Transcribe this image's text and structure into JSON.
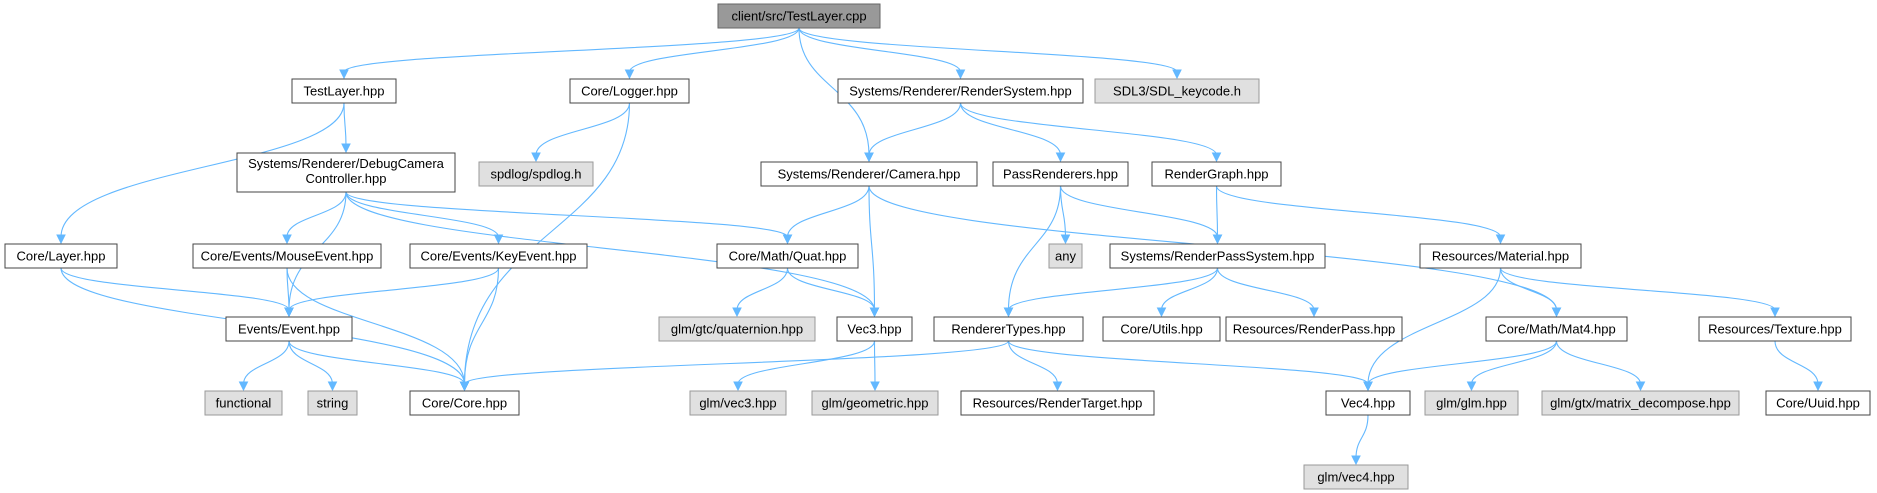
{
  "diagram": {
    "nodes": [
      {
        "id": "root",
        "label": "client/src/TestLayer.cpp",
        "kind": "root"
      },
      {
        "id": "testlayer_hpp",
        "label": "TestLayer.hpp",
        "kind": "normal"
      },
      {
        "id": "logger",
        "label": "Core/Logger.hpp",
        "kind": "normal"
      },
      {
        "id": "rendersystem",
        "label": "Systems/Renderer/RenderSystem.hpp",
        "kind": "normal"
      },
      {
        "id": "sdl_keycode",
        "label": "SDL3/SDL_keycode.h",
        "kind": "external"
      },
      {
        "id": "debugcam",
        "label": "Systems/Renderer/DebugCamera\nController.hpp",
        "kind": "normal"
      },
      {
        "id": "spdlog",
        "label": "spdlog/spdlog.h",
        "kind": "external"
      },
      {
        "id": "camera",
        "label": "Systems/Renderer/Camera.hpp",
        "kind": "normal"
      },
      {
        "id": "passrenderers",
        "label": "PassRenderers.hpp",
        "kind": "normal"
      },
      {
        "id": "rendergraph",
        "label": "RenderGraph.hpp",
        "kind": "normal"
      },
      {
        "id": "layer",
        "label": "Core/Layer.hpp",
        "kind": "normal"
      },
      {
        "id": "mouseevent",
        "label": "Core/Events/MouseEvent.hpp",
        "kind": "normal"
      },
      {
        "id": "keyevent",
        "label": "Core/Events/KeyEvent.hpp",
        "kind": "normal"
      },
      {
        "id": "quat",
        "label": "Core/Math/Quat.hpp",
        "kind": "normal"
      },
      {
        "id": "any",
        "label": "any",
        "kind": "external"
      },
      {
        "id": "renderpasssystem",
        "label": "Systems/RenderPassSystem.hpp",
        "kind": "normal"
      },
      {
        "id": "material",
        "label": "Resources/Material.hpp",
        "kind": "normal"
      },
      {
        "id": "event",
        "label": "Events/Event.hpp",
        "kind": "normal"
      },
      {
        "id": "glm_quat",
        "label": "glm/gtc/quaternion.hpp",
        "kind": "external"
      },
      {
        "id": "vec3",
        "label": "Vec3.hpp",
        "kind": "normal"
      },
      {
        "id": "renderertypes",
        "label": "RendererTypes.hpp",
        "kind": "normal"
      },
      {
        "id": "utils",
        "label": "Core/Utils.hpp",
        "kind": "normal"
      },
      {
        "id": "renderpass",
        "label": "Resources/RenderPass.hpp",
        "kind": "normal"
      },
      {
        "id": "mat4",
        "label": "Core/Math/Mat4.hpp",
        "kind": "normal"
      },
      {
        "id": "texture",
        "label": "Resources/Texture.hpp",
        "kind": "normal"
      },
      {
        "id": "functional",
        "label": "functional",
        "kind": "external"
      },
      {
        "id": "string",
        "label": "string",
        "kind": "external"
      },
      {
        "id": "core",
        "label": "Core/Core.hpp",
        "kind": "normal"
      },
      {
        "id": "glm_vec3",
        "label": "glm/vec3.hpp",
        "kind": "external"
      },
      {
        "id": "glm_geometric",
        "label": "glm/geometric.hpp",
        "kind": "external"
      },
      {
        "id": "rendertarget",
        "label": "Resources/RenderTarget.hpp",
        "kind": "normal"
      },
      {
        "id": "vec4",
        "label": "Vec4.hpp",
        "kind": "normal"
      },
      {
        "id": "glm_glm",
        "label": "glm/glm.hpp",
        "kind": "external"
      },
      {
        "id": "glm_decompose",
        "label": "glm/gtx/matrix_decompose.hpp",
        "kind": "external"
      },
      {
        "id": "uuid",
        "label": "Core/Uuid.hpp",
        "kind": "normal"
      },
      {
        "id": "glm_vec4",
        "label": "glm/vec4.hpp",
        "kind": "external"
      }
    ],
    "edges": [
      [
        "root",
        "testlayer_hpp"
      ],
      [
        "root",
        "logger"
      ],
      [
        "root",
        "camera"
      ],
      [
        "root",
        "rendersystem"
      ],
      [
        "root",
        "sdl_keycode"
      ],
      [
        "testlayer_hpp",
        "debugcam"
      ],
      [
        "testlayer_hpp",
        "layer"
      ],
      [
        "logger",
        "spdlog"
      ],
      [
        "logger",
        "core"
      ],
      [
        "rendersystem",
        "camera"
      ],
      [
        "rendersystem",
        "passrenderers"
      ],
      [
        "rendersystem",
        "rendergraph"
      ],
      [
        "debugcam",
        "event"
      ],
      [
        "debugcam",
        "mouseevent"
      ],
      [
        "debugcam",
        "keyevent"
      ],
      [
        "debugcam",
        "quat"
      ],
      [
        "debugcam",
        "vec3"
      ],
      [
        "camera",
        "quat"
      ],
      [
        "camera",
        "vec3"
      ],
      [
        "camera",
        "mat4"
      ],
      [
        "passrenderers",
        "renderertypes"
      ],
      [
        "passrenderers",
        "any"
      ],
      [
        "passrenderers",
        "renderpasssystem"
      ],
      [
        "rendergraph",
        "renderpasssystem"
      ],
      [
        "rendergraph",
        "material"
      ],
      [
        "layer",
        "event"
      ],
      [
        "layer",
        "core"
      ],
      [
        "mouseevent",
        "event"
      ],
      [
        "mouseevent",
        "core"
      ],
      [
        "keyevent",
        "event"
      ],
      [
        "keyevent",
        "core"
      ],
      [
        "quat",
        "glm_quat"
      ],
      [
        "quat",
        "vec3"
      ],
      [
        "renderpasssystem",
        "renderertypes"
      ],
      [
        "renderpasssystem",
        "utils"
      ],
      [
        "renderpasssystem",
        "renderpass"
      ],
      [
        "material",
        "vec4"
      ],
      [
        "material",
        "mat4"
      ],
      [
        "material",
        "texture"
      ],
      [
        "event",
        "functional"
      ],
      [
        "event",
        "string"
      ],
      [
        "event",
        "core"
      ],
      [
        "vec3",
        "glm_vec3"
      ],
      [
        "vec3",
        "glm_geometric"
      ],
      [
        "renderertypes",
        "core"
      ],
      [
        "renderertypes",
        "rendertarget"
      ],
      [
        "renderertypes",
        "vec4"
      ],
      [
        "mat4",
        "vec4"
      ],
      [
        "mat4",
        "glm_glm"
      ],
      [
        "mat4",
        "glm_decompose"
      ],
      [
        "texture",
        "uuid"
      ],
      [
        "vec4",
        "glm_vec4"
      ]
    ]
  }
}
